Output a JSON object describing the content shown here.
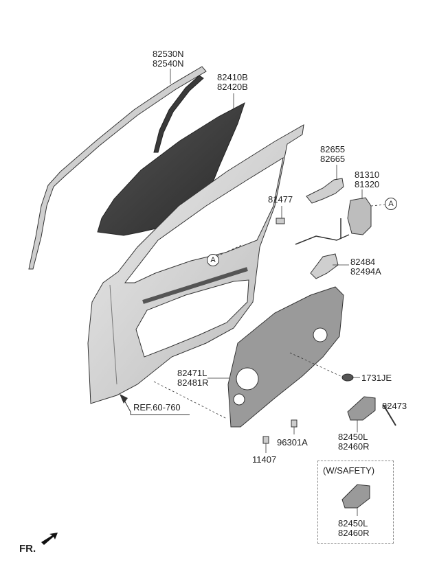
{
  "labels": {
    "p82530": [
      "82530N",
      "82540N"
    ],
    "p82410": [
      "82410B",
      "82420B"
    ],
    "p82655": [
      "82655",
      "82665"
    ],
    "p81310": [
      "81310",
      "81320"
    ],
    "p81477": [
      "81477"
    ],
    "p82484": [
      "82484",
      "82494A"
    ],
    "p82471": [
      "82471L",
      "82481R"
    ],
    "p1731": [
      "1731JE"
    ],
    "p82473": [
      "82473"
    ],
    "p82450": [
      "82450L",
      "82460R"
    ],
    "p96301": [
      "96301A"
    ],
    "p11407": [
      "11407"
    ],
    "p82450s": [
      "82450L",
      "82460R"
    ]
  },
  "ref_label": "REF.60-760",
  "marker_a": "A",
  "safety_title": "(W/SAFETY)",
  "fr_label": "FR.",
  "colors": {
    "line": "#333333",
    "glass": "#3d3d3d",
    "panel": "#d9d9d9",
    "panel_dark": "#8c8c8c"
  }
}
